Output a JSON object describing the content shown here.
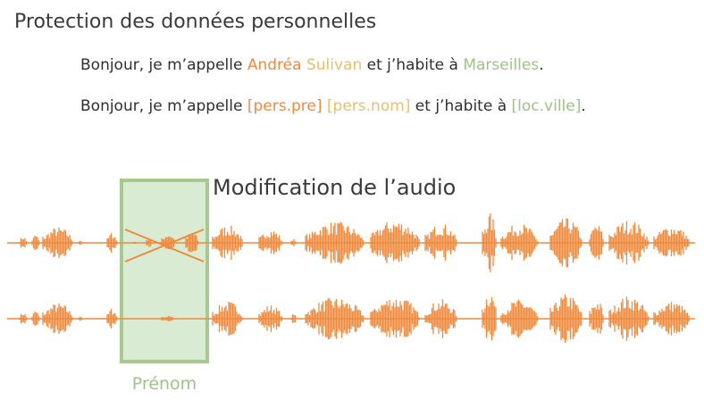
{
  "title": "Protection des données personnelles",
  "colors": {
    "text": "#2f2f2f",
    "firstname": "#ef8a3c",
    "lastname": "#e8bf6a",
    "city": "#9dc385",
    "waveform": "#ef8a3c",
    "highlight_fill": "#d9ebd2",
    "highlight_border": "#a7c98f"
  },
  "sentence_original": {
    "prefix": "Bonjour, je m’appelle ",
    "firstname": "Andréa",
    "space": " ",
    "lastname": "Sulivan",
    "middle": " et j’habite à ",
    "city": "Marseilles",
    "suffix": "."
  },
  "sentence_tagged": {
    "prefix": "Bonjour, je m’appelle ",
    "firstname_tag": "[pers.pre]",
    "space": " ",
    "lastname_tag": "[pers.nom]",
    "middle": " et j’habite à ",
    "city_tag": "[loc.ville]",
    "suffix": "."
  },
  "audio": {
    "heading": "Modification de l’audio",
    "highlight_label": "Prénom",
    "original_waveform": {
      "name": "original-waveform",
      "segment_marked": "crossed out"
    },
    "modified_waveform": {
      "name": "modified-waveform",
      "segment_marked": "replaced by near silence"
    }
  }
}
